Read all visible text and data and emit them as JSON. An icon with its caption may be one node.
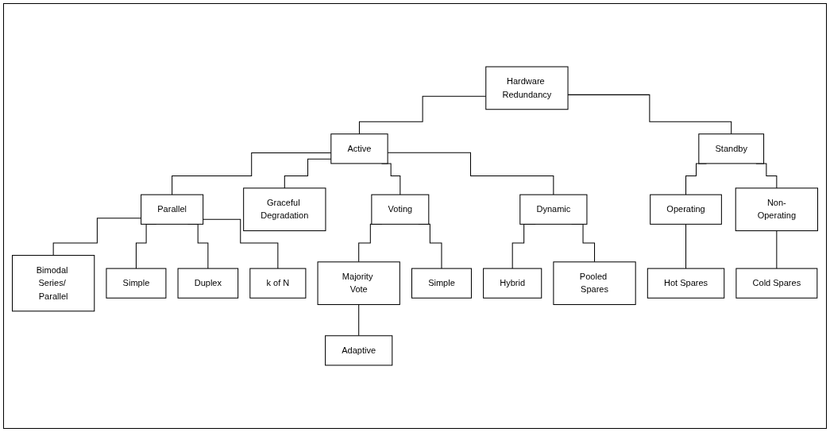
{
  "diagram": {
    "nodes": [
      {
        "text": [
          "Hardware Redundancy"
        ]
      },
      {
        "text": [
          "Active"
        ]
      },
      {
        "text": [
          "Standby"
        ]
      },
      {
        "text": [
          "Parallel"
        ]
      },
      {
        "text": [
          "Graceful Degradation"
        ]
      },
      {
        "text": [
          "Voting"
        ]
      },
      {
        "text": [
          "Dynamic"
        ]
      },
      {
        "text": [
          "Operating"
        ]
      },
      {
        "text": [
          "Non-Operating"
        ]
      },
      {
        "text": [
          "Hot Spares"
        ]
      },
      {
        "text": [
          "Cold Spares"
        ]
      },
      {
        "text": [
          "Majority Vote"
        ]
      },
      {
        "text": [
          "Simple"
        ]
      },
      {
        "text": [
          "Hybrid"
        ]
      },
      {
        "text": [
          "Pooled Spares"
        ]
      },
      {
        "text": [
          "Adaptive"
        ]
      },
      {
        "text": [
          "Bimodal Series/ Parallel"
        ]
      },
      {
        "text": [
          "Simple"
        ]
      },
      {
        "text": [
          "Duplex"
        ]
      },
      {
        "text": [
          "k of N"
        ]
      }
    ],
    "edges": [
      {
        "from": 0,
        "to": 1,
        "arrow": "none"
      },
      {
        "from": 0,
        "to": 2,
        "arrow": "none"
      },
      {
        "from": 1,
        "to": 3,
        "arrow": "none"
      },
      {
        "from": 1,
        "to": 4,
        "arrow": "none"
      },
      {
        "from": 1,
        "to": 5,
        "arrow": "none"
      },
      {
        "from": 1,
        "to": 6,
        "arrow": "none"
      },
      {
        "from": 2,
        "to": 7,
        "arrow": "none"
      },
      {
        "from": 2,
        "to": 8,
        "arrow": "none"
      },
      {
        "from": 7,
        "to": 9,
        "arrow": "none"
      },
      {
        "from": 8,
        "to": 10,
        "arrow": "none"
      },
      {
        "from": 5,
        "to": 11,
        "arrow": "none"
      },
      {
        "from": 5,
        "to": 12,
        "arrow": "none"
      },
      {
        "from": 6,
        "to": 13,
        "arrow": "none"
      },
      {
        "from": 6,
        "to": 14,
        "arrow": "none"
      },
      {
        "from": 11,
        "to": 15,
        "arrow": "none"
      },
      {
        "from": 3,
        "to": 16,
        "arrow": "none"
      },
      {
        "from": 3,
        "to": 17,
        "arrow": "none"
      },
      {
        "from": 3,
        "to": 18,
        "arrow": "none"
      },
      {
        "from": 3,
        "to": 19,
        "arrow": "none"
      }
    ]
  }
}
